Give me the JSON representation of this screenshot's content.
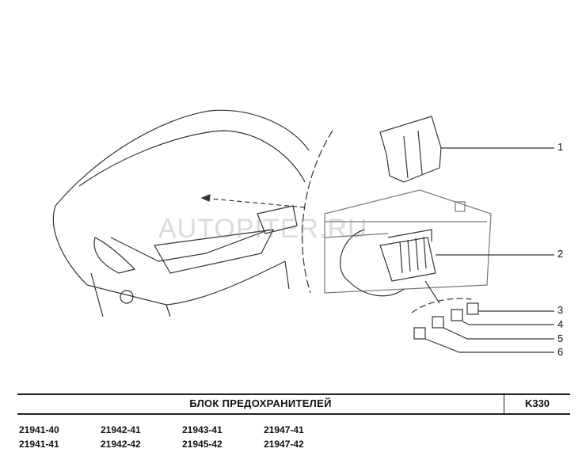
{
  "diagram": {
    "watermark": "AUTOPITER.RU",
    "callouts": [
      "1",
      "2",
      "3",
      "4",
      "5",
      "6"
    ]
  },
  "footer": {
    "title": "БЛОК  ПРЕДОХРАНИТЕЛЕЙ",
    "code": "K330",
    "models": [
      "21941-40",
      "21942-41",
      "21943-41",
      "21947-41",
      "21941-41",
      "21942-42",
      "21945-42",
      "21947-42"
    ]
  }
}
